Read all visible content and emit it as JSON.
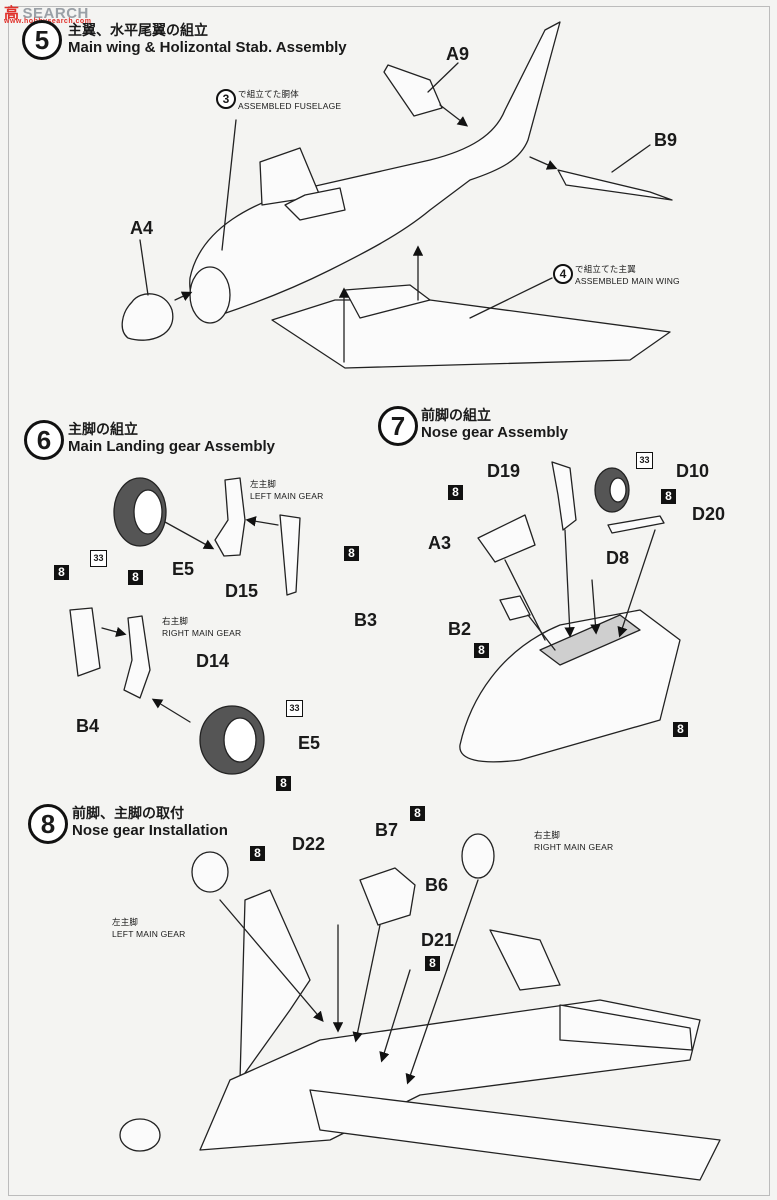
{
  "watermark": {
    "cn": "高",
    "text": "SEARCH",
    "url": "www.hobbysearch.com"
  },
  "step5": {
    "number": "5",
    "title_jp": "主翼、水平尾翼の組立",
    "title_en": "Main wing & Holizontal Stab. Assembly",
    "ref_fuselage": {
      "num": "3",
      "jp": "で組立てた胴体",
      "en": "ASSEMBLED FUSELAGE"
    },
    "ref_wing": {
      "num": "4",
      "jp": "で組立てた主翼",
      "en": "ASSEMBLED MAIN WING"
    },
    "parts": {
      "a9": "A9",
      "b9": "B9",
      "a4": "A4"
    }
  },
  "step6": {
    "number": "6",
    "title_jp": "主脚の組立",
    "title_en": "Main Landing gear Assembly",
    "left_gear": {
      "jp": "左主脚",
      "en": "LEFT MAIN GEAR"
    },
    "right_gear": {
      "jp": "右主脚",
      "en": "RIGHT MAIN GEAR"
    },
    "parts": {
      "e5_top": "E5",
      "d15": "D15",
      "b3": "B3",
      "d14": "D14",
      "b4": "B4",
      "e5_bottom": "E5"
    },
    "color_a": "8",
    "color_b": "33"
  },
  "step7": {
    "number": "7",
    "title_jp": "前脚の組立",
    "title_en": "Nose gear Assembly",
    "parts": {
      "d19": "D19",
      "d10": "D10",
      "d20": "D20",
      "a3": "A3",
      "d8": "D8",
      "b2": "B2"
    },
    "color_a": "8",
    "color_b": "33"
  },
  "step8": {
    "number": "8",
    "title_jp": "前脚、主脚の取付",
    "title_en": "Nose gear Installation",
    "left_gear": {
      "jp": "左主脚",
      "en": "LEFT MAIN GEAR"
    },
    "right_gear": {
      "jp": "右主脚",
      "en": "RIGHT MAIN GEAR"
    },
    "parts": {
      "d22": "D22",
      "b7": "B7",
      "b6": "B6",
      "d21": "D21"
    },
    "color_a": "8"
  }
}
